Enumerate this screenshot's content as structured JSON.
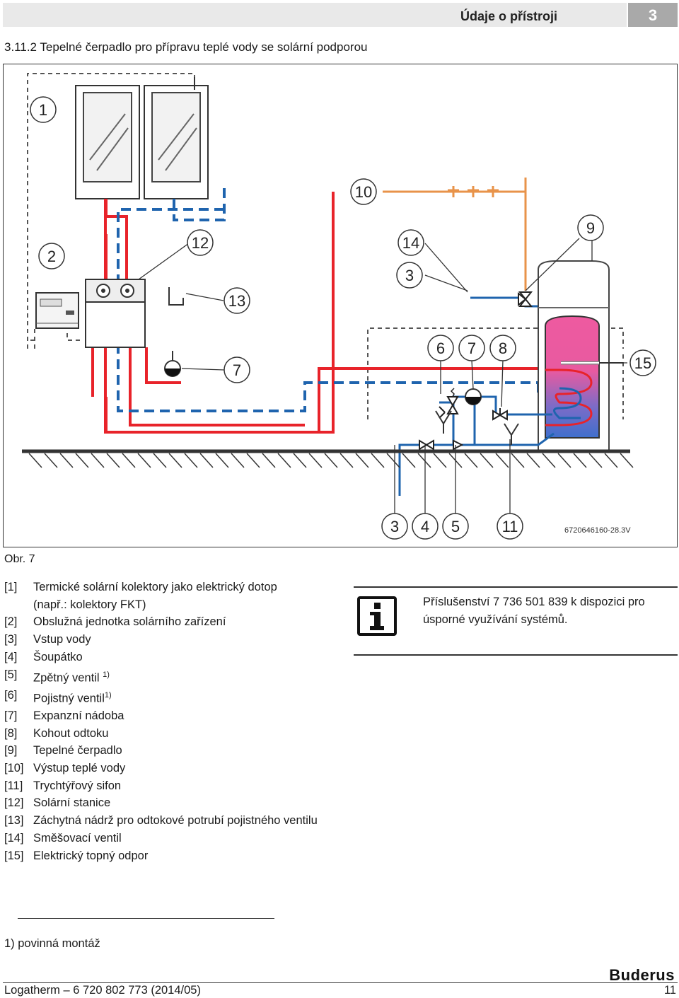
{
  "header": {
    "title": "Údaje o přístroji",
    "chapter": "3"
  },
  "section_title": "3.11.2 Tepelné čerpadlo pro přípravu teplé vody se solární podporou",
  "figure": {
    "code": "6720646160-28.3V",
    "callouts": [
      "1",
      "2",
      "12",
      "13",
      "7",
      "10",
      "14",
      "3",
      "9",
      "6",
      "7",
      "8",
      "15",
      "3",
      "4",
      "5",
      "11"
    ],
    "colors": {
      "hot": "#e8232a",
      "cold": "#1f64ae",
      "warm_water": "#e8934a",
      "tank_top": "#e8579d",
      "tank_bottom": "#4a6fc4"
    }
  },
  "figure_label": "Obr. 7",
  "legend": [
    {
      "key": "[1]",
      "text": "Termické solární kolektory jako elektrický dotop",
      "cont": "(např.: kolektory FKT)"
    },
    {
      "key": "[2]",
      "text": "Obslužná jednotka solárního zařízení"
    },
    {
      "key": "[3]",
      "text": "Vstup vody"
    },
    {
      "key": "[4]",
      "text": "Šoupátko"
    },
    {
      "key": "[5]",
      "text": "Zpětný ventil",
      "sup": "1)"
    },
    {
      "key": "[6]",
      "text": "Pojistný ventil",
      "sup": "1)"
    },
    {
      "key": "[7]",
      "text": "Expanzní nádoba"
    },
    {
      "key": "[8]",
      "text": "Kohout odtoku"
    },
    {
      "key": "[9]",
      "text": "Tepelné čerpadlo"
    },
    {
      "key": "[10]",
      "text": "Výstup teplé vody"
    },
    {
      "key": "[11]",
      "text": "Trychtýřový sifon"
    },
    {
      "key": "[12]",
      "text": "Solární stanice"
    },
    {
      "key": "[13]",
      "text": "Záchytná nádrž pro odtokové potrubí pojistného ventilu"
    },
    {
      "key": "[14]",
      "text": "Směšovací ventil"
    },
    {
      "key": "[15]",
      "text": "Elektrický topný odpor"
    }
  ],
  "note": {
    "icon": "info-icon",
    "text": "Příslušenství 7 736 501 839 k dispozici pro úsporné využívání systémů."
  },
  "footnote": "1)  povinná montáž",
  "brand": "Buderus",
  "footer": {
    "left": "Logatherm – 6 720 802 773 (2014/05)",
    "right": "11"
  }
}
